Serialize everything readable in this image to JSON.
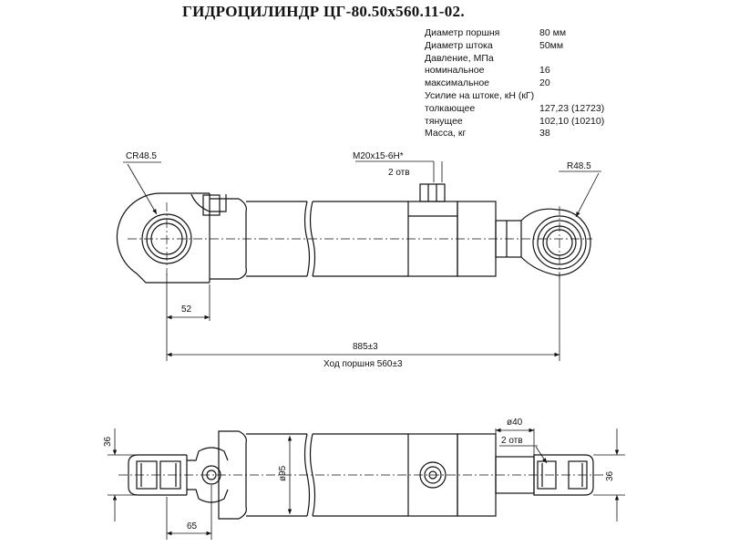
{
  "title": "ГИДРОЦИЛИНДР ЦГ-80.50х560.11-02.",
  "specs": [
    {
      "label": "Диаметр поршня",
      "value": "80 мм"
    },
    {
      "label": "Диаметр штока",
      "value": "50мм"
    },
    {
      "label": "Давление, МПа",
      "value": ""
    },
    {
      "label": "номинальное",
      "value": "16"
    },
    {
      "label": "максимальное",
      "value": "20"
    },
    {
      "label": "Усилие на штоке, кН (кГ)",
      "value": ""
    },
    {
      "label": "толкающее",
      "value": "127,23 (12723)"
    },
    {
      "label": "тянущее",
      "value": "102,10 (10210)"
    },
    {
      "label": "Масса, кг",
      "value": "38"
    }
  ],
  "dimensions": {
    "left_eye_radius": "CR48.5",
    "thread": "M20x15-6H*",
    "holes": "2 отв",
    "right_eye_radius": "R48.5",
    "eye_offset": "52",
    "total_length": "885±3",
    "stroke": "Ход поршня 560±3",
    "eye_width_left": "36",
    "body_diameter": "ø95",
    "rod_diameter": "ø40",
    "holes_bottom": "2 отв",
    "eye_width_right": "36",
    "bottom_offset": "65"
  },
  "colors": {
    "line": "#111111",
    "background": "#ffffff"
  }
}
